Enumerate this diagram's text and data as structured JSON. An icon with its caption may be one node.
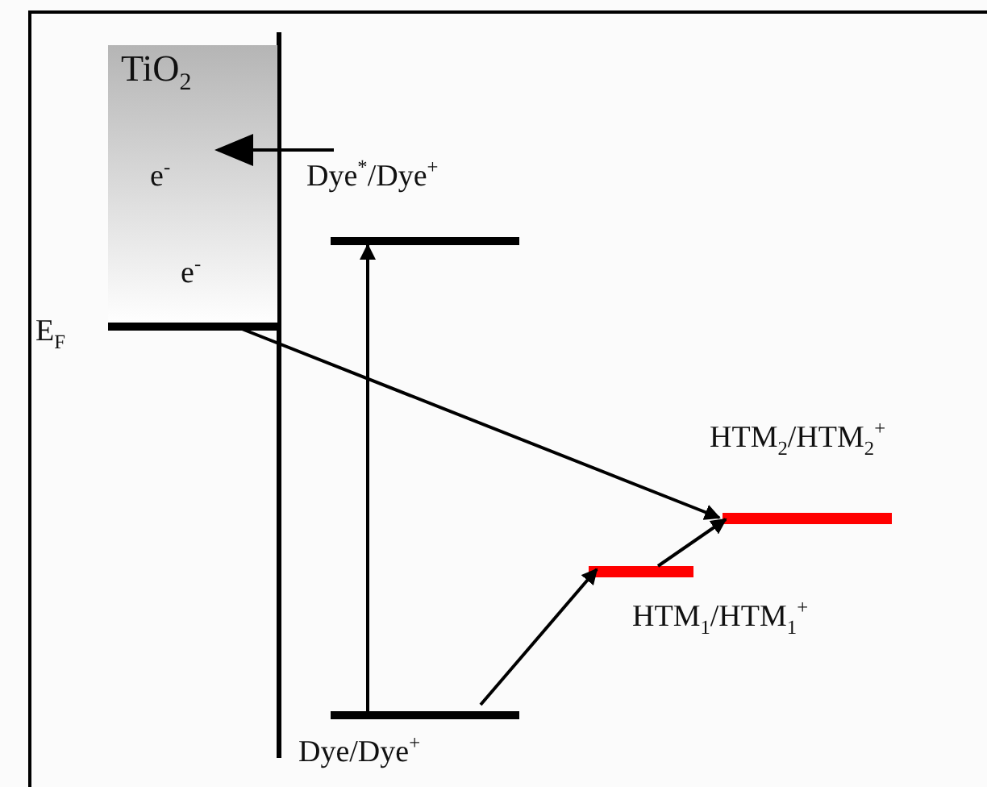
{
  "diagram": {
    "nodes": [
      {
        "text": [
          "TiO$_{2}$",
          "e$^{-}$",
          "e$^{-}$"
        ]
      },
      {
        "text": [],
        "shape": "bar",
        "beside": [
          "E$_{F}$"
        ]
      },
      {
        "text": [],
        "shape": "bar",
        "beside": [
          "Dye$^{*}$/Dye$^{+}$"
        ]
      },
      {
        "text": [],
        "shape": "bar",
        "beside": [
          "Dye/Dye$^{+}$"
        ]
      },
      {
        "text": [],
        "shape": "bar",
        "beside": [
          "HTM$_{1}$/HTM$_{1}$$^{+}$"
        ]
      },
      {
        "text": [],
        "shape": "bar",
        "beside": [
          "HTM$_{2}$/HTM$_{2}$$^{+}$"
        ]
      }
    ],
    "edges": [
      {
        "from": 2,
        "to": 0,
        "arrow": "to"
      },
      {
        "from": 3,
        "to": 2,
        "arrow": "to"
      },
      {
        "from": 1,
        "to": 5,
        "arrow": "to"
      },
      {
        "from": 3,
        "to": 4,
        "arrow": "to"
      },
      {
        "from": 4,
        "to": 5,
        "arrow": "to"
      }
    ]
  }
}
